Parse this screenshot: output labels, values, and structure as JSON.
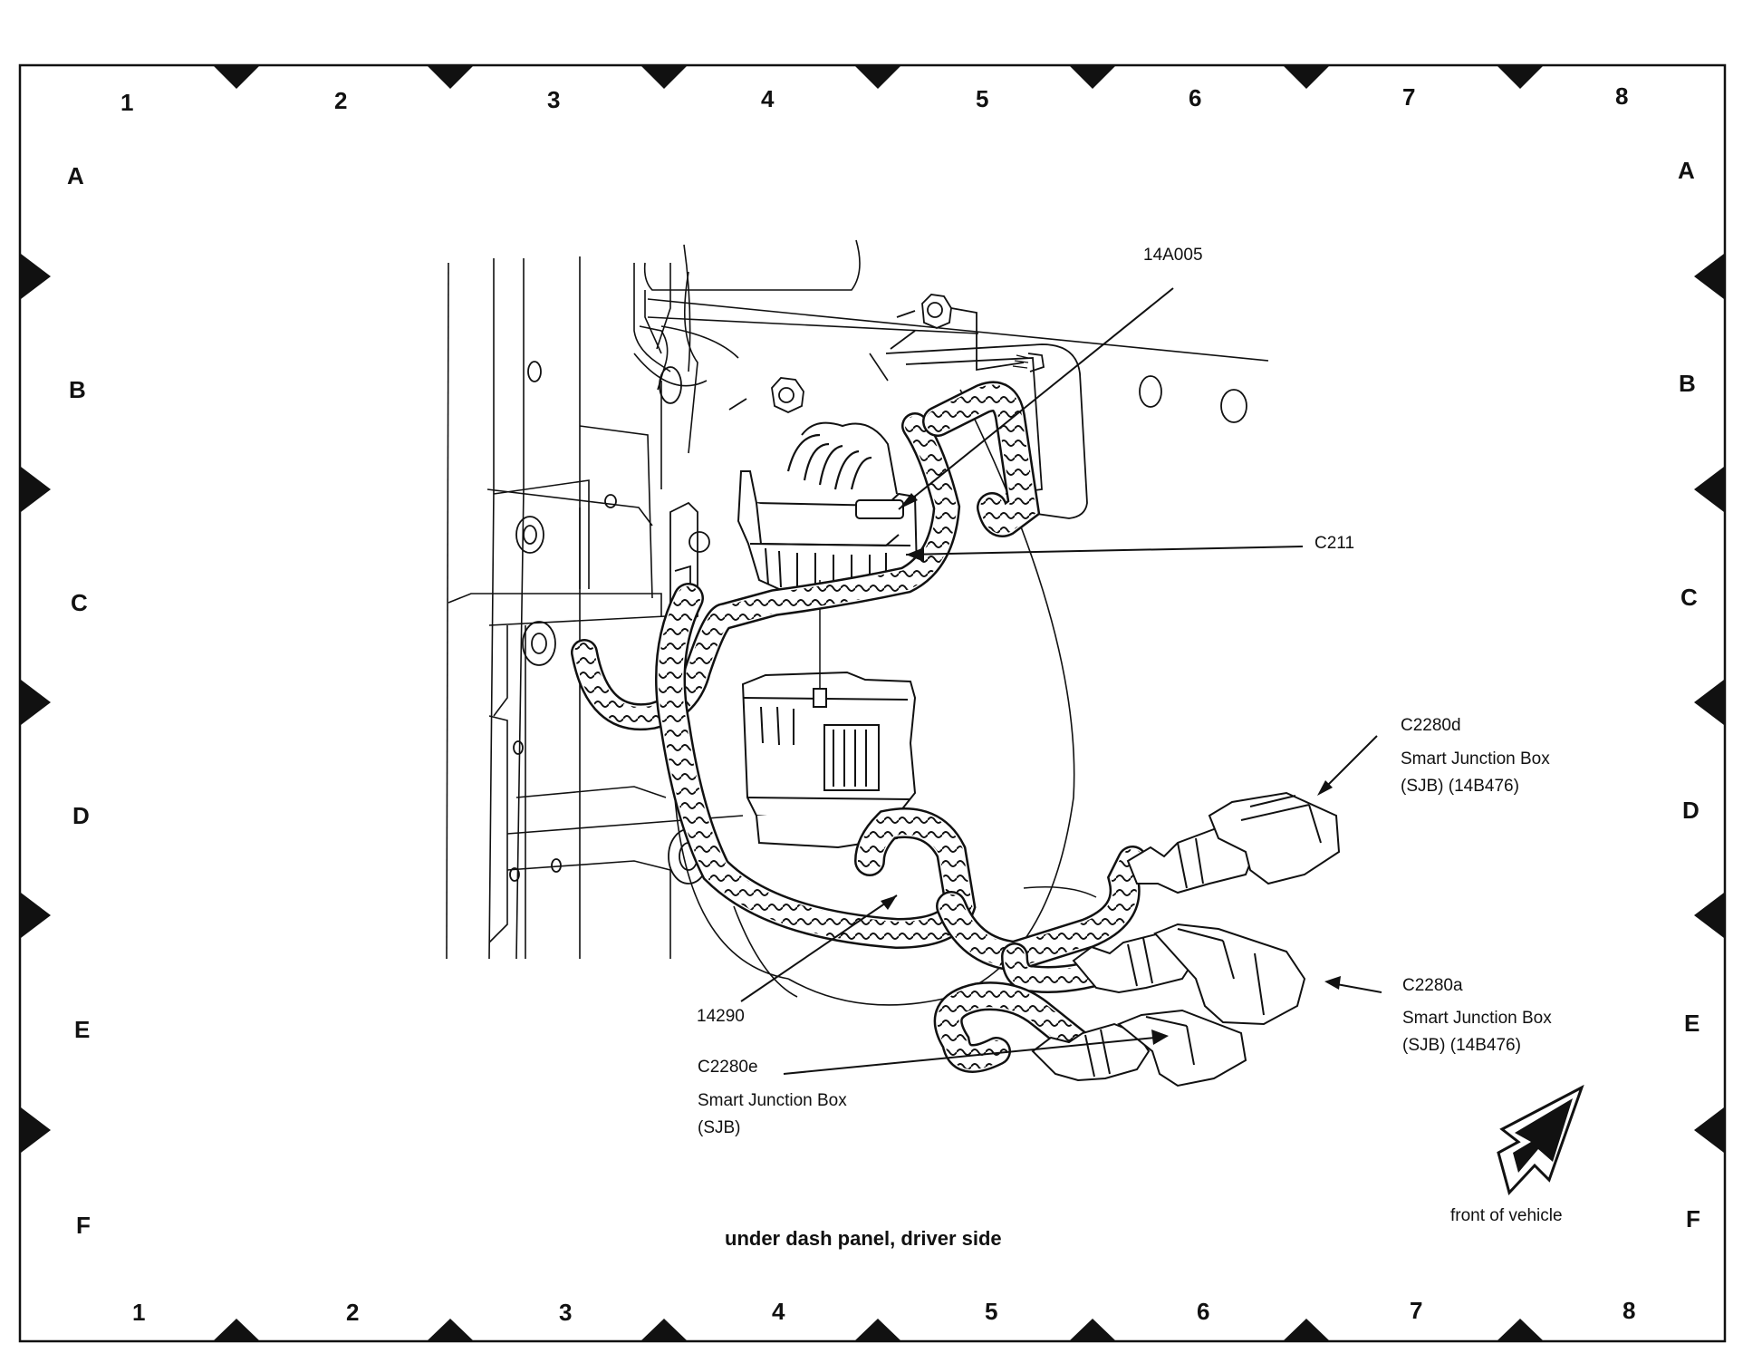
{
  "grid": {
    "columns": [
      "1",
      "2",
      "3",
      "4",
      "5",
      "6",
      "7",
      "8"
    ],
    "rows": [
      "A",
      "B",
      "C",
      "D",
      "E",
      "F"
    ]
  },
  "labels": {
    "c211": "C211",
    "p14a005": "14A005",
    "p14290": "14290",
    "c2280d": {
      "id": "C2280d",
      "line1": "Smart Junction Box",
      "line2": "(SJB) (14B476)"
    },
    "c2280a": {
      "id": "C2280a",
      "line1": "Smart Junction Box",
      "line2": "(SJB) (14B476)"
    },
    "c2280e": {
      "id": "C2280e",
      "line1": "Smart Junction Box",
      "line2": "(SJB)"
    }
  },
  "caption": "under dash panel, driver side",
  "direction_label": "front of vehicle",
  "icons": [
    "front-direction-arrow-icon"
  ]
}
